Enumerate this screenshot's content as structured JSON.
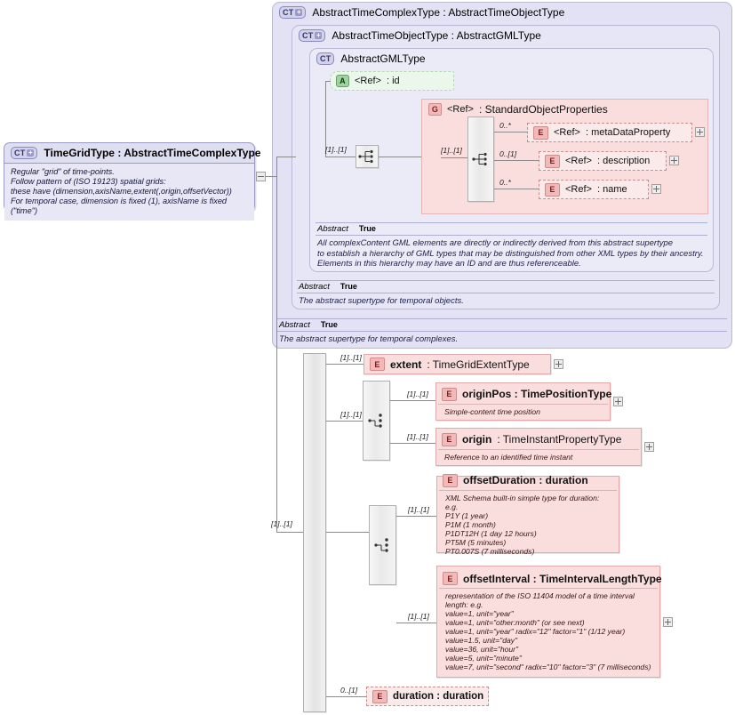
{
  "root": {
    "badge": "CT",
    "badge_icon": "complextype-plus-badge",
    "title": "TimeGridType : AbstractTimeComplexType",
    "doc_lines": [
      "Regular \"grid\" of time-points.",
      "Follow pattern of (ISO 19123) spatial grids:",
      "these have (dimension,axisName,extent(,origin,offsetVector))",
      "For temporal case, dimension is fixed (1), axisName is fixed (\"time\")"
    ]
  },
  "inherit": {
    "level1": {
      "badge": "CT",
      "title": "AbstractTimeComplexType : AbstractTimeObjectType",
      "abstract_label": "Abstract",
      "abstract_value": "True",
      "doc": "The abstract supertype for temporal complexes."
    },
    "level2": {
      "badge": "CT",
      "title": "AbstractTimeObjectType : AbstractGMLType",
      "abstract_label": "Abstract",
      "abstract_value": "True",
      "doc": "The abstract supertype for temporal objects."
    },
    "level3": {
      "badge": "CT",
      "title": "AbstractGMLType",
      "abstract_label": "Abstract",
      "abstract_value": "True",
      "doc_lines": [
        "All complexContent GML elements are directly or indirectly derived from this abstract supertype",
        "to establish a hierarchy of GML types that may be distinguished from other XML types by their ancestry.",
        "Elements in this hierarchy may have an ID and are thus referenceable."
      ]
    }
  },
  "attribute_id": {
    "badge": "A",
    "ref": "<Ref>",
    "name": ": id"
  },
  "group": {
    "badge": "G",
    "ref": "<Ref>",
    "name": ": StandardObjectProperties",
    "cardinality": "[1]..[1]",
    "members": [
      {
        "badge": "E",
        "ref": "<Ref>",
        "name": ": metaDataProperty",
        "cardinality": "0..*"
      },
      {
        "badge": "E",
        "ref": "<Ref>",
        "name": ": description",
        "cardinality": "0..[1]"
      },
      {
        "badge": "E",
        "ref": "<Ref>",
        "name": ": name",
        "cardinality": "0..*"
      }
    ]
  },
  "cardinalities": {
    "gml_seq": "[1]..[1]",
    "outer_seq": "[1]..[1]"
  },
  "content": {
    "extent": {
      "badge": "E",
      "name": "extent",
      "type": ": TimeGridExtentType",
      "cardinality": "[1]..[1]"
    },
    "choice_origin_cardinality": "[1]..[1]",
    "originPos": {
      "badge": "E",
      "name": "originPos : TimePositionType",
      "doc": "Simple-content time position",
      "cardinality": "[1]..[1]"
    },
    "origin": {
      "badge": "E",
      "name": "origin",
      "type": ": TimeInstantPropertyType",
      "doc": "Reference to an identified time instant",
      "cardinality": "[1]..[1]"
    },
    "choice_offset_cardinality": "[1]..[1]",
    "offsetDuration": {
      "badge": "E",
      "name": "offsetDuration : duration",
      "cardinality": "[1]..[1]",
      "doc_lines": [
        "XML Schema built-in simple type for duration: e.g.",
        "P1Y (1 year)",
        "P1M (1 month)",
        "P1DT12H (1 day 12 hours)",
        "PT5M (5 minutes)",
        "PT0.007S (7 milliseconds)"
      ]
    },
    "offsetInterval": {
      "badge": "E",
      "name": "offsetInterval : TimeIntervalLengthType",
      "cardinality": "[1]..[1]",
      "doc_lines": [
        "representation of the ISO 11404 model of a time interval",
        "length: e.g.",
        "value=1, unit=\"year\"",
        "value=1, unit=\"other:month\" (or see next)",
        "value=1, unit=\"year\" radix=\"12\" factor=\"1\" (1/12 year)",
        "value=1.5, unit=\"day\"",
        "value=36, unit=\"hour\"",
        "value=5, unit=\"minute\"",
        "value=7, unit=\"second\" radix=\"10\" factor=\"3\" (7 milliseconds)"
      ]
    },
    "duration": {
      "badge": "E",
      "name": "duration : duration",
      "cardinality": "0..[1]"
    }
  }
}
